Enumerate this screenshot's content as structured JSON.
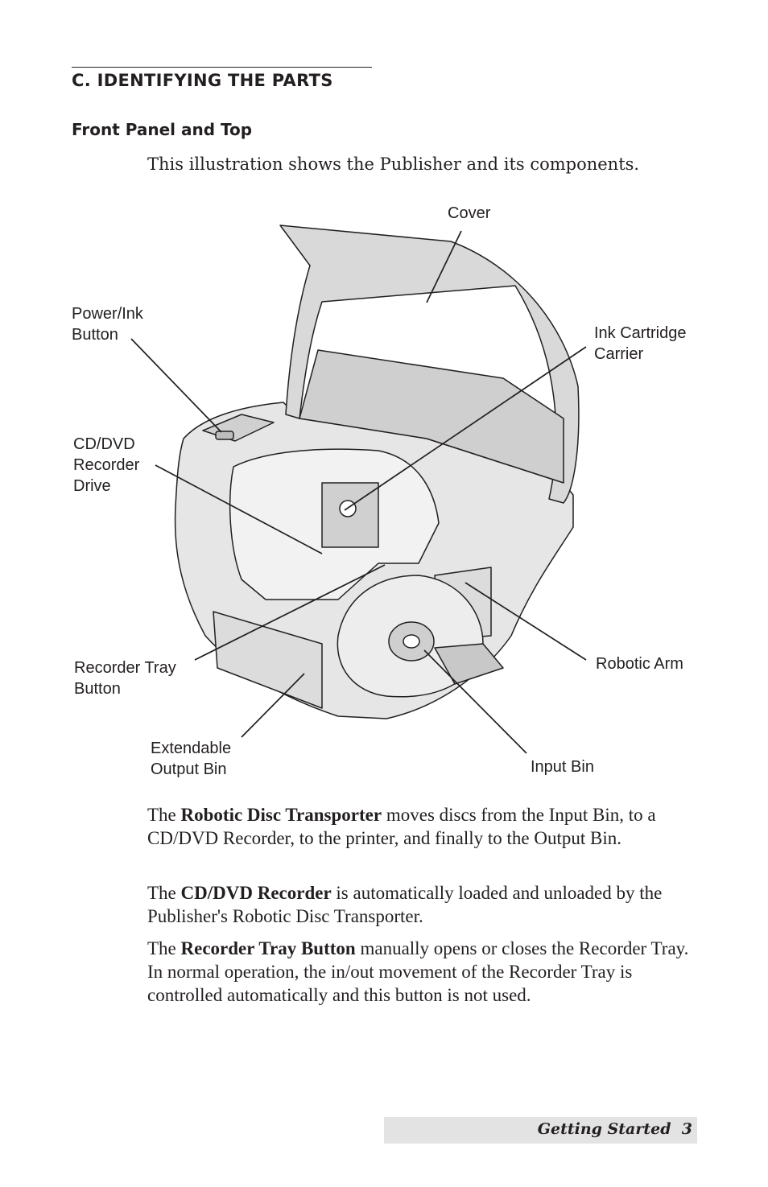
{
  "section": {
    "heading": "C. IDENTIFYING THE PARTS",
    "subheading": "Front Panel and Top",
    "intro": "This illustration shows the Publisher and its components."
  },
  "figure": {
    "labels": {
      "cover": "Cover",
      "power_ink_1": "Power/Ink",
      "power_ink_2": "Button",
      "ink_cartridge_1": "Ink Cartridge",
      "ink_cartridge_2": "Carrier",
      "recorder_drive_1": "CD/DVD",
      "recorder_drive_2": "Recorder",
      "recorder_drive_3": "Drive",
      "robotic_arm": "Robotic Arm",
      "recorder_tray_1": "Recorder Tray",
      "recorder_tray_2": "Button",
      "output_bin_1": "Extendable",
      "output_bin_2": "Output Bin",
      "input_bin": "Input Bin"
    }
  },
  "paragraphs": {
    "p1": {
      "pre": "The ",
      "bold": "Robotic Disc Transporter",
      "post": " moves discs from the Input Bin, to a CD/DVD Recorder, to the printer, and finally to the Output Bin."
    },
    "p2": {
      "pre": "The ",
      "bold": "CD/DVD Recorder",
      "post": " is automatically loaded and unloaded by the Publisher's Robotic Disc Transporter."
    },
    "p3": {
      "pre": "The ",
      "bold": "Recorder Tray Button",
      "post": " manually opens or closes the Recorder Tray. In normal operation, the in/out movement of the Recorder Tray is controlled automatically and this button is not used."
    }
  },
  "footer": {
    "section": "Getting Started",
    "page": "3"
  }
}
